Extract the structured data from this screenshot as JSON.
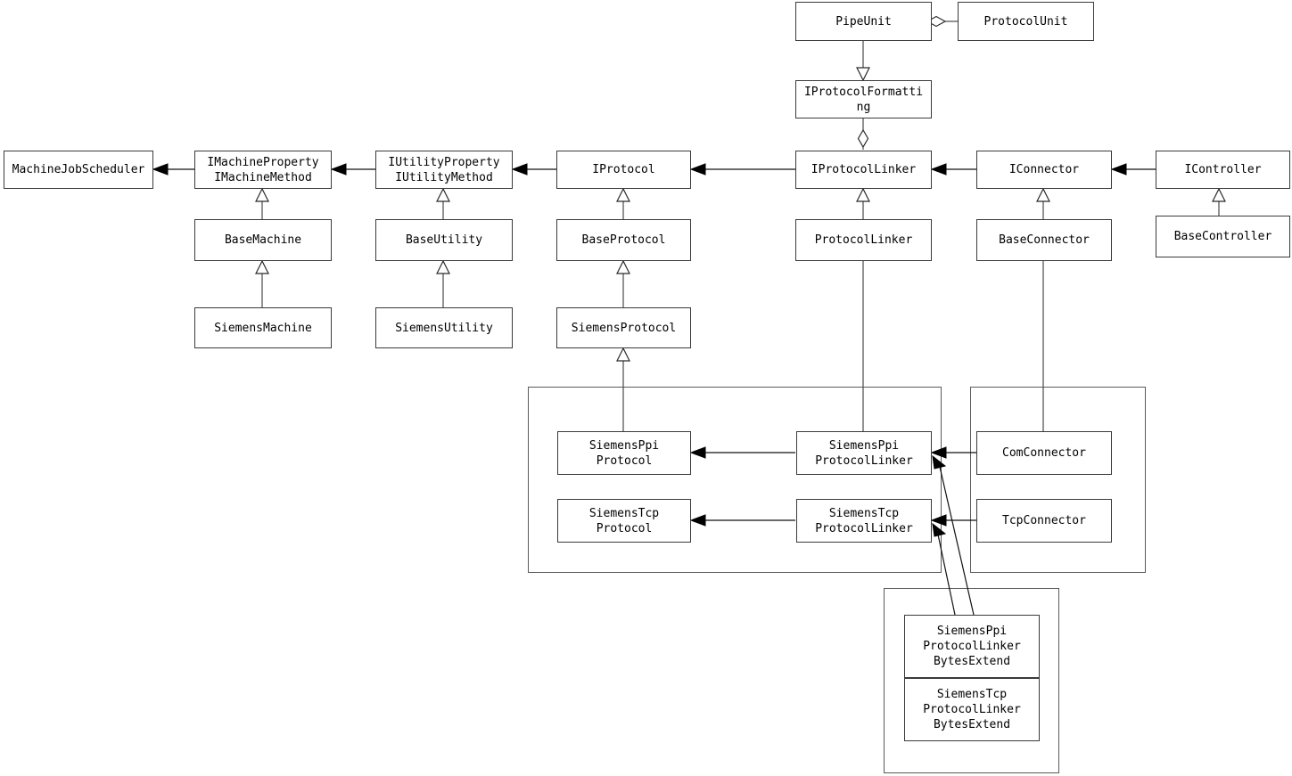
{
  "diagram": {
    "title": "Protocol Architecture Class Diagram",
    "type": "uml-class-diagram",
    "colors": {
      "background": "#ffffff",
      "box_border": "#3a3a3a",
      "group_border": "#5a5a5a",
      "edge": "#4a4a4a",
      "text": "#000000"
    }
  },
  "nodes": {
    "pipe_unit": "PipeUnit",
    "protocol_unit": "ProtocolUnit",
    "iprotocol_formatting": "IProtocolFormatti\nng",
    "machine_job_scheduler": "MachineJobScheduler",
    "imachine_property": "IMachineProperty\nIMachineMethod",
    "iutility_property": "IUtilityProperty\nIUtilityMethod",
    "iprotocol": "IProtocol",
    "iprotocol_linker": "IProtocolLinker",
    "iconnector": "IConnector",
    "icontroller": "IController",
    "base_machine": "BaseMachine",
    "base_utility": "BaseUtility",
    "base_protocol": "BaseProtocol",
    "protocol_linker": "ProtocolLinker",
    "base_connector": "BaseConnector",
    "base_controller": "BaseController",
    "siemens_machine": "SiemensMachine",
    "siemens_utility": "SiemensUtility",
    "siemens_protocol": "SiemensProtocol",
    "siemens_ppi_protocol": "SiemensPpi\nProtocol",
    "siemens_tcp_protocol": "SiemensTcp\nProtocol",
    "siemens_ppi_protocol_linker": "SiemensPpi\nProtocolLinker",
    "siemens_tcp_protocol_linker": "SiemensTcp\nProtocolLinker",
    "com_connector": "ComConnector",
    "tcp_connector": "TcpConnector",
    "siemens_ppi_protocol_linker_bytes_extend": "SiemensPpi\nProtocolLinker\nBytesExtend",
    "siemens_tcp_protocol_linker_bytes_extend": "SiemensTcp\nProtocolLinker\nBytesExtend"
  },
  "groups": {
    "siemens_protocol_group": "",
    "connector_group": "",
    "bytes_extend_group": ""
  },
  "relationships": [
    {
      "from": "protocol_unit",
      "to": "pipe_unit",
      "kind": "aggregation"
    },
    {
      "from": "pipe_unit",
      "to": "iprotocol_formatting",
      "kind": "realization"
    },
    {
      "from": "iprotocol_formatting",
      "to": "iprotocol_linker",
      "kind": "aggregation"
    },
    {
      "from": "imachine_property",
      "to": "machine_job_scheduler",
      "kind": "dependency"
    },
    {
      "from": "iutility_property",
      "to": "imachine_property",
      "kind": "dependency"
    },
    {
      "from": "iprotocol",
      "to": "iutility_property",
      "kind": "dependency"
    },
    {
      "from": "iprotocol_linker",
      "to": "iprotocol",
      "kind": "dependency"
    },
    {
      "from": "iconnector",
      "to": "iprotocol_linker",
      "kind": "dependency"
    },
    {
      "from": "icontroller",
      "to": "iconnector",
      "kind": "dependency"
    },
    {
      "from": "base_machine",
      "to": "imachine_property",
      "kind": "realization"
    },
    {
      "from": "base_utility",
      "to": "iutility_property",
      "kind": "realization"
    },
    {
      "from": "base_protocol",
      "to": "iprotocol",
      "kind": "realization"
    },
    {
      "from": "protocol_linker",
      "to": "iprotocol_linker",
      "kind": "realization"
    },
    {
      "from": "base_connector",
      "to": "iconnector",
      "kind": "realization"
    },
    {
      "from": "base_controller",
      "to": "icontroller",
      "kind": "realization"
    },
    {
      "from": "siemens_machine",
      "to": "base_machine",
      "kind": "realization"
    },
    {
      "from": "siemens_utility",
      "to": "base_utility",
      "kind": "realization"
    },
    {
      "from": "siemens_protocol",
      "to": "base_protocol",
      "kind": "realization"
    },
    {
      "from": "siemens_ppi_protocol",
      "to": "siemens_protocol",
      "kind": "realization"
    },
    {
      "from": "siemens_ppi_protocol_linker",
      "to": "siemens_ppi_protocol",
      "kind": "dependency"
    },
    {
      "from": "siemens_tcp_protocol_linker",
      "to": "siemens_tcp_protocol",
      "kind": "dependency"
    },
    {
      "from": "siemens_ppi_protocol_linker",
      "to": "protocol_linker",
      "kind": "realization"
    },
    {
      "from": "com_connector",
      "to": "base_connector",
      "kind": "realization"
    },
    {
      "from": "com_connector",
      "to": "siemens_ppi_protocol_linker",
      "kind": "dependency"
    },
    {
      "from": "tcp_connector",
      "to": "siemens_tcp_protocol_linker",
      "kind": "dependency"
    },
    {
      "from": "siemens_ppi_protocol_linker_bytes_extend",
      "to": "siemens_ppi_protocol_linker",
      "kind": "dependency"
    },
    {
      "from": "siemens_tcp_protocol_linker_bytes_extend",
      "to": "siemens_tcp_protocol_linker",
      "kind": "dependency"
    }
  ]
}
